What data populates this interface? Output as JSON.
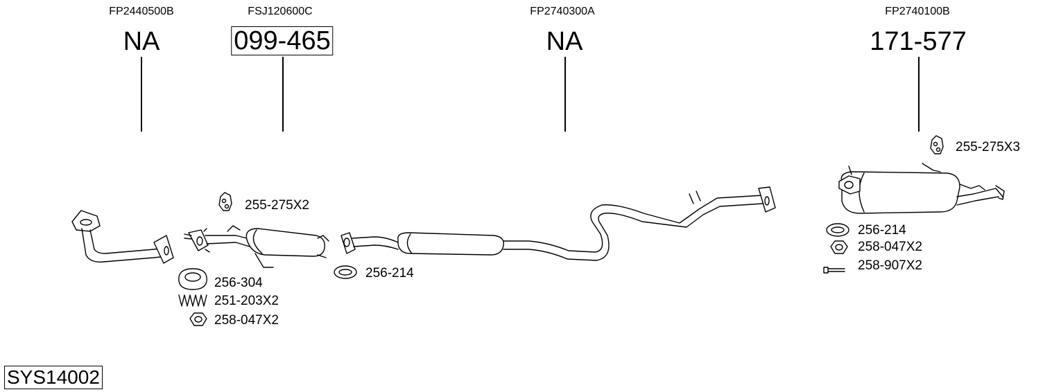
{
  "diagram": {
    "system_code": "SYS14002",
    "sections": [
      {
        "oem": "FP2440500B",
        "ref": "NA"
      },
      {
        "oem": "FSJ120600C",
        "ref": "099-465"
      },
      {
        "oem": "FP2740300A",
        "ref": "NA"
      },
      {
        "oem": "FP2740100B",
        "ref": "171-577"
      }
    ],
    "accessories": {
      "hanger_mid": "255-275X2",
      "gasket_cone": "256-304",
      "spring": "251-203X2",
      "nut_left": "258-047X2",
      "gasket_mid": "256-214",
      "hanger_rear": "255-275X3",
      "gasket_rear": "256-214",
      "nut_rear": "258-047X2",
      "bolt_rear": "258-907X2"
    }
  }
}
